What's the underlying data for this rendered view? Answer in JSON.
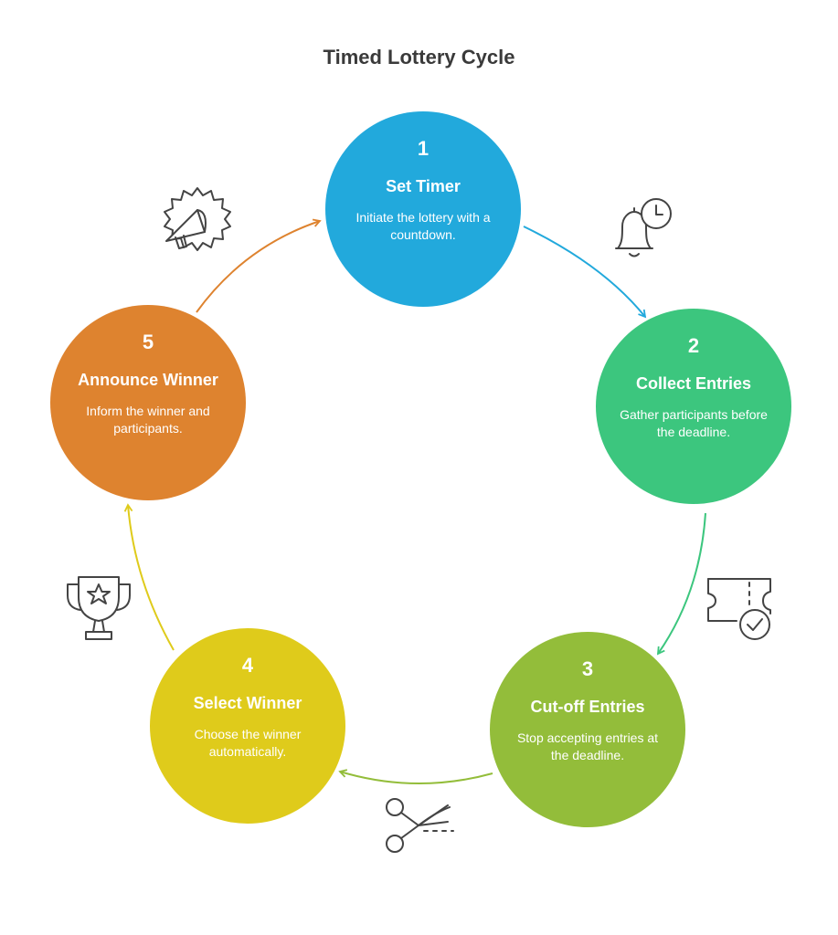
{
  "title": "Timed Lottery Cycle",
  "colors": {
    "step1": "#22a9dc",
    "step2": "#3cc67e",
    "step3": "#93bd3a",
    "step4": "#dfcb1b",
    "step5": "#de832f",
    "icon": "#444444"
  },
  "steps": [
    {
      "num": "1",
      "title": "Set Timer",
      "desc": "Initiate the lottery with a countdown.",
      "icon": "bell-clock-icon"
    },
    {
      "num": "2",
      "title": "Collect Entries",
      "desc": "Gather participants before the deadline.",
      "icon": "ticket-check-icon"
    },
    {
      "num": "3",
      "title": "Cut-off Entries",
      "desc": "Stop accepting entries at the deadline.",
      "icon": "scissors-icon"
    },
    {
      "num": "4",
      "title": "Select Winner",
      "desc": "Choose the winner automatically.",
      "icon": "trophy-icon"
    },
    {
      "num": "5",
      "title": "Announce Winner",
      "desc": "Inform the winner and participants.",
      "icon": "megaphone-icon"
    }
  ]
}
